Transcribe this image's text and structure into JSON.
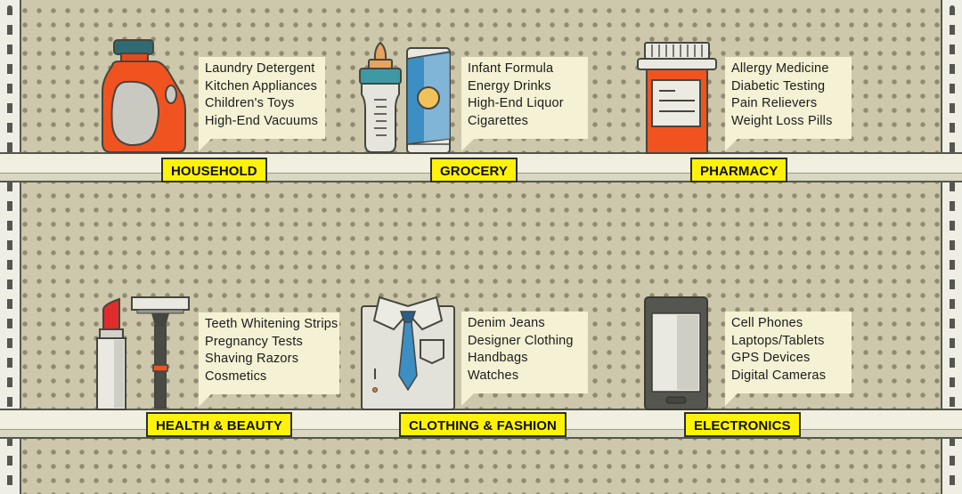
{
  "shelves": [
    {
      "sections": [
        {
          "label": "HOUSEHOLD",
          "items": [
            "Laundry Detergent",
            "Kitchen Appliances",
            "Children's Toys",
            "High-End Vacuums"
          ],
          "icons": [
            "detergent-bottle-icon"
          ]
        },
        {
          "label": "GROCERY",
          "items": [
            "Infant Formula",
            "Energy Drinks",
            "High-End Liquor",
            "Cigarettes"
          ],
          "icons": [
            "baby-bottle-icon",
            "energy-drink-can-icon"
          ]
        },
        {
          "label": "PHARMACY",
          "items": [
            "Allergy Medicine",
            "Diabetic Testing",
            "Pain Relievers",
            "Weight Loss Pills"
          ],
          "icons": [
            "pill-bottle-icon"
          ]
        }
      ]
    },
    {
      "sections": [
        {
          "label": "HEALTH & BEAUTY",
          "items": [
            "Teeth Whitening Strips",
            "Pregnancy Tests",
            "Shaving Razors",
            "Cosmetics"
          ],
          "icons": [
            "lipstick-icon",
            "razor-icon"
          ]
        },
        {
          "label": "CLOTHING & FASHION",
          "items": [
            "Denim Jeans",
            "Designer Clothing",
            "Handbags",
            "Watches"
          ],
          "icons": [
            "shirt-and-tie-icon"
          ]
        },
        {
          "label": "ELECTRONICS",
          "items": [
            "Cell Phones",
            "Laptops/Tablets",
            "GPS Devices",
            "Digital Cameras"
          ],
          "icons": [
            "smartphone-icon"
          ]
        }
      ]
    }
  ],
  "colors": {
    "pegboard": "#cdc8ab",
    "label_yellow": "#fff20a",
    "orange": "#f0531f",
    "teal_cap": "#2f6b73",
    "blue": "#3d8ec2",
    "outline": "#45463f"
  }
}
